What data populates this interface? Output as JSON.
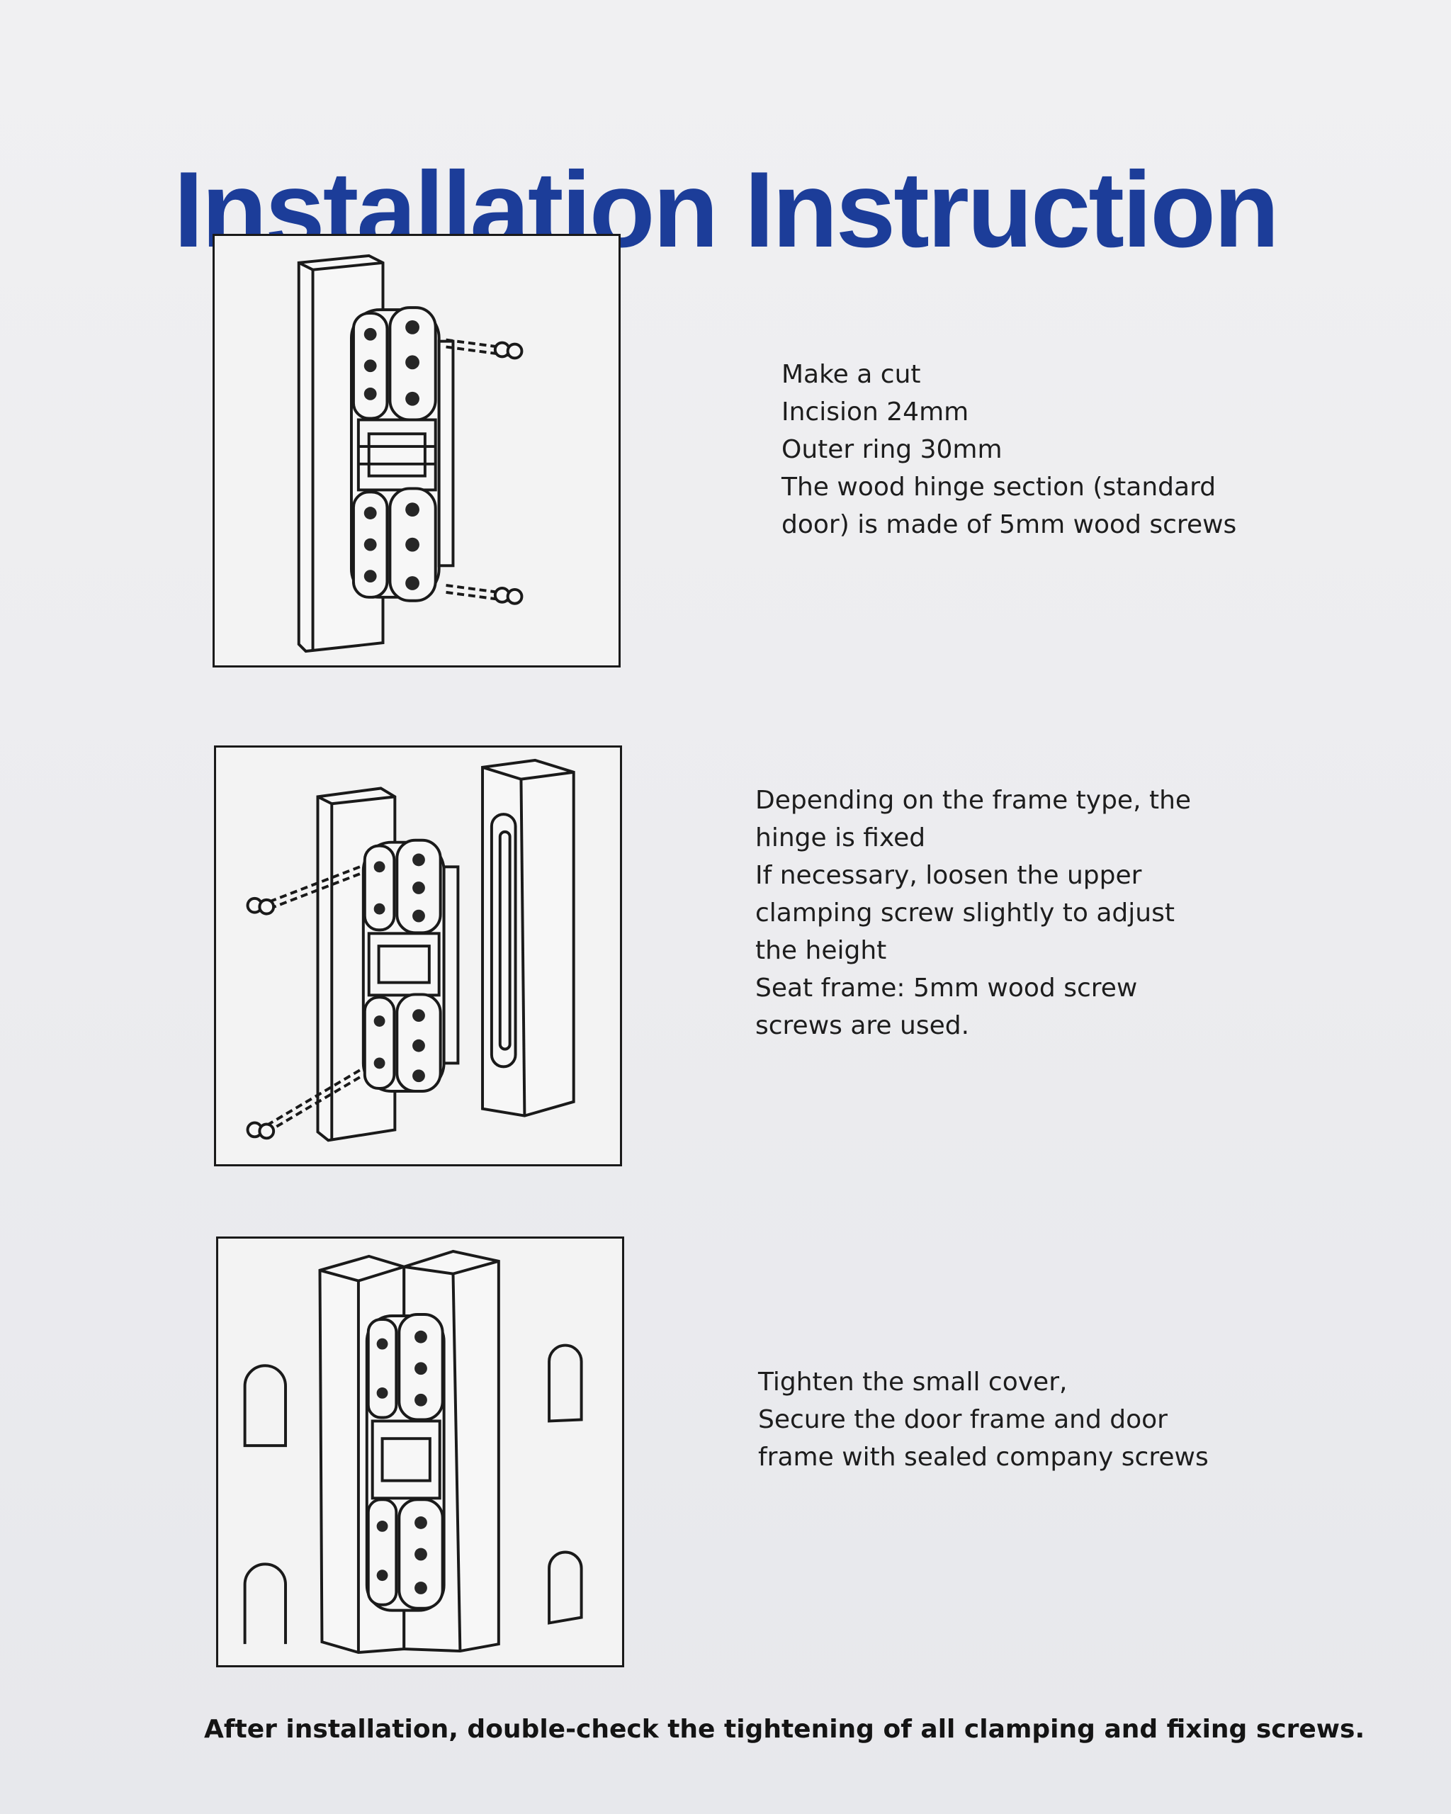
{
  "title": "Installation Instruction",
  "steps": [
    {
      "lines": [
        "Make a cut",
        "Incision 24mm",
        "Outer ring 30mm",
        "The wood hinge section (standard",
        "door) is made of 5mm wood screws"
      ]
    },
    {
      "lines": [
        "Depending on the frame type, the",
        "hinge is fixed",
        "If necessary, loosen the upper",
        "clamping screw slightly to adjust",
        "the height",
        "Seat frame: 5mm wood screw",
        "screws are used."
      ]
    },
    {
      "lines": [
        "Tighten the small cover,",
        "Secure the door frame and door",
        "frame with sealed company screws"
      ]
    }
  ],
  "footer": "After installation, double-check the tightening of all clamping and fixing screws."
}
